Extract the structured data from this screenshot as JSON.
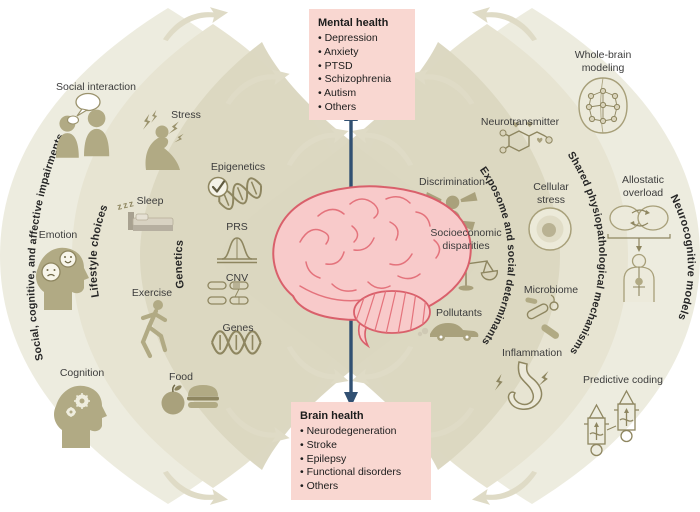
{
  "boxes": {
    "mental_health": {
      "title": "Mental health",
      "items": [
        "Depression",
        "Anxiety",
        "PTSD",
        "Schizophrenia",
        "Autism",
        "Others"
      ]
    },
    "brain_health": {
      "title": "Brain health",
      "items": [
        "Neurodegeneration",
        "Stroke",
        "Epilepsy",
        "Functional disorders",
        "Others"
      ]
    }
  },
  "ring_labels": {
    "impairments": "Social, cognitive, and affective impairments",
    "lifestyle": "Lifestyle choices",
    "genetics": "Genetics",
    "exposome": "Exposome and social determinants",
    "shared": "Shared physiopathological mechanisms",
    "neurocognitive": "Neurocognitive models"
  },
  "node_labels": {
    "social_interaction": "Social interaction",
    "emotion": "Emotion",
    "cognition": "Cognition",
    "stress": "Stress",
    "sleep": "Sleep",
    "exercise": "Exercise",
    "food": "Food",
    "epigenetics": "Epigenetics",
    "prs": "PRS",
    "cnv": "CNV",
    "genes": "Genes",
    "discrimination": "Discrimination",
    "socioeconomic": "Socioeconomic disparities",
    "pollutants": "Pollutants",
    "neurotransmitter": "Neurotransmitter",
    "cellular_stress": "Cellular stress",
    "microbiome": "Microbiome",
    "inflammation": "Inflammation",
    "whole_brain": "Whole-brain modeling",
    "allostatic": "Allostatic overload",
    "predictive": "Predictive coding"
  },
  "icons": {
    "sleep_zzz": "zzz"
  },
  "colors": {
    "leaf_outer": "#edecdf",
    "leaf_mid": "#e7e4d2",
    "leaf_inner": "#dbd7c0",
    "swoosh": "#dfdbc6",
    "icon_olive": "#b1aa84",
    "icon_line": "#8e8660",
    "box_pink": "#f9d7d1",
    "arrow_navy": "#315072",
    "brain_fill": "#f8caca",
    "brain_line": "#d9606b"
  }
}
